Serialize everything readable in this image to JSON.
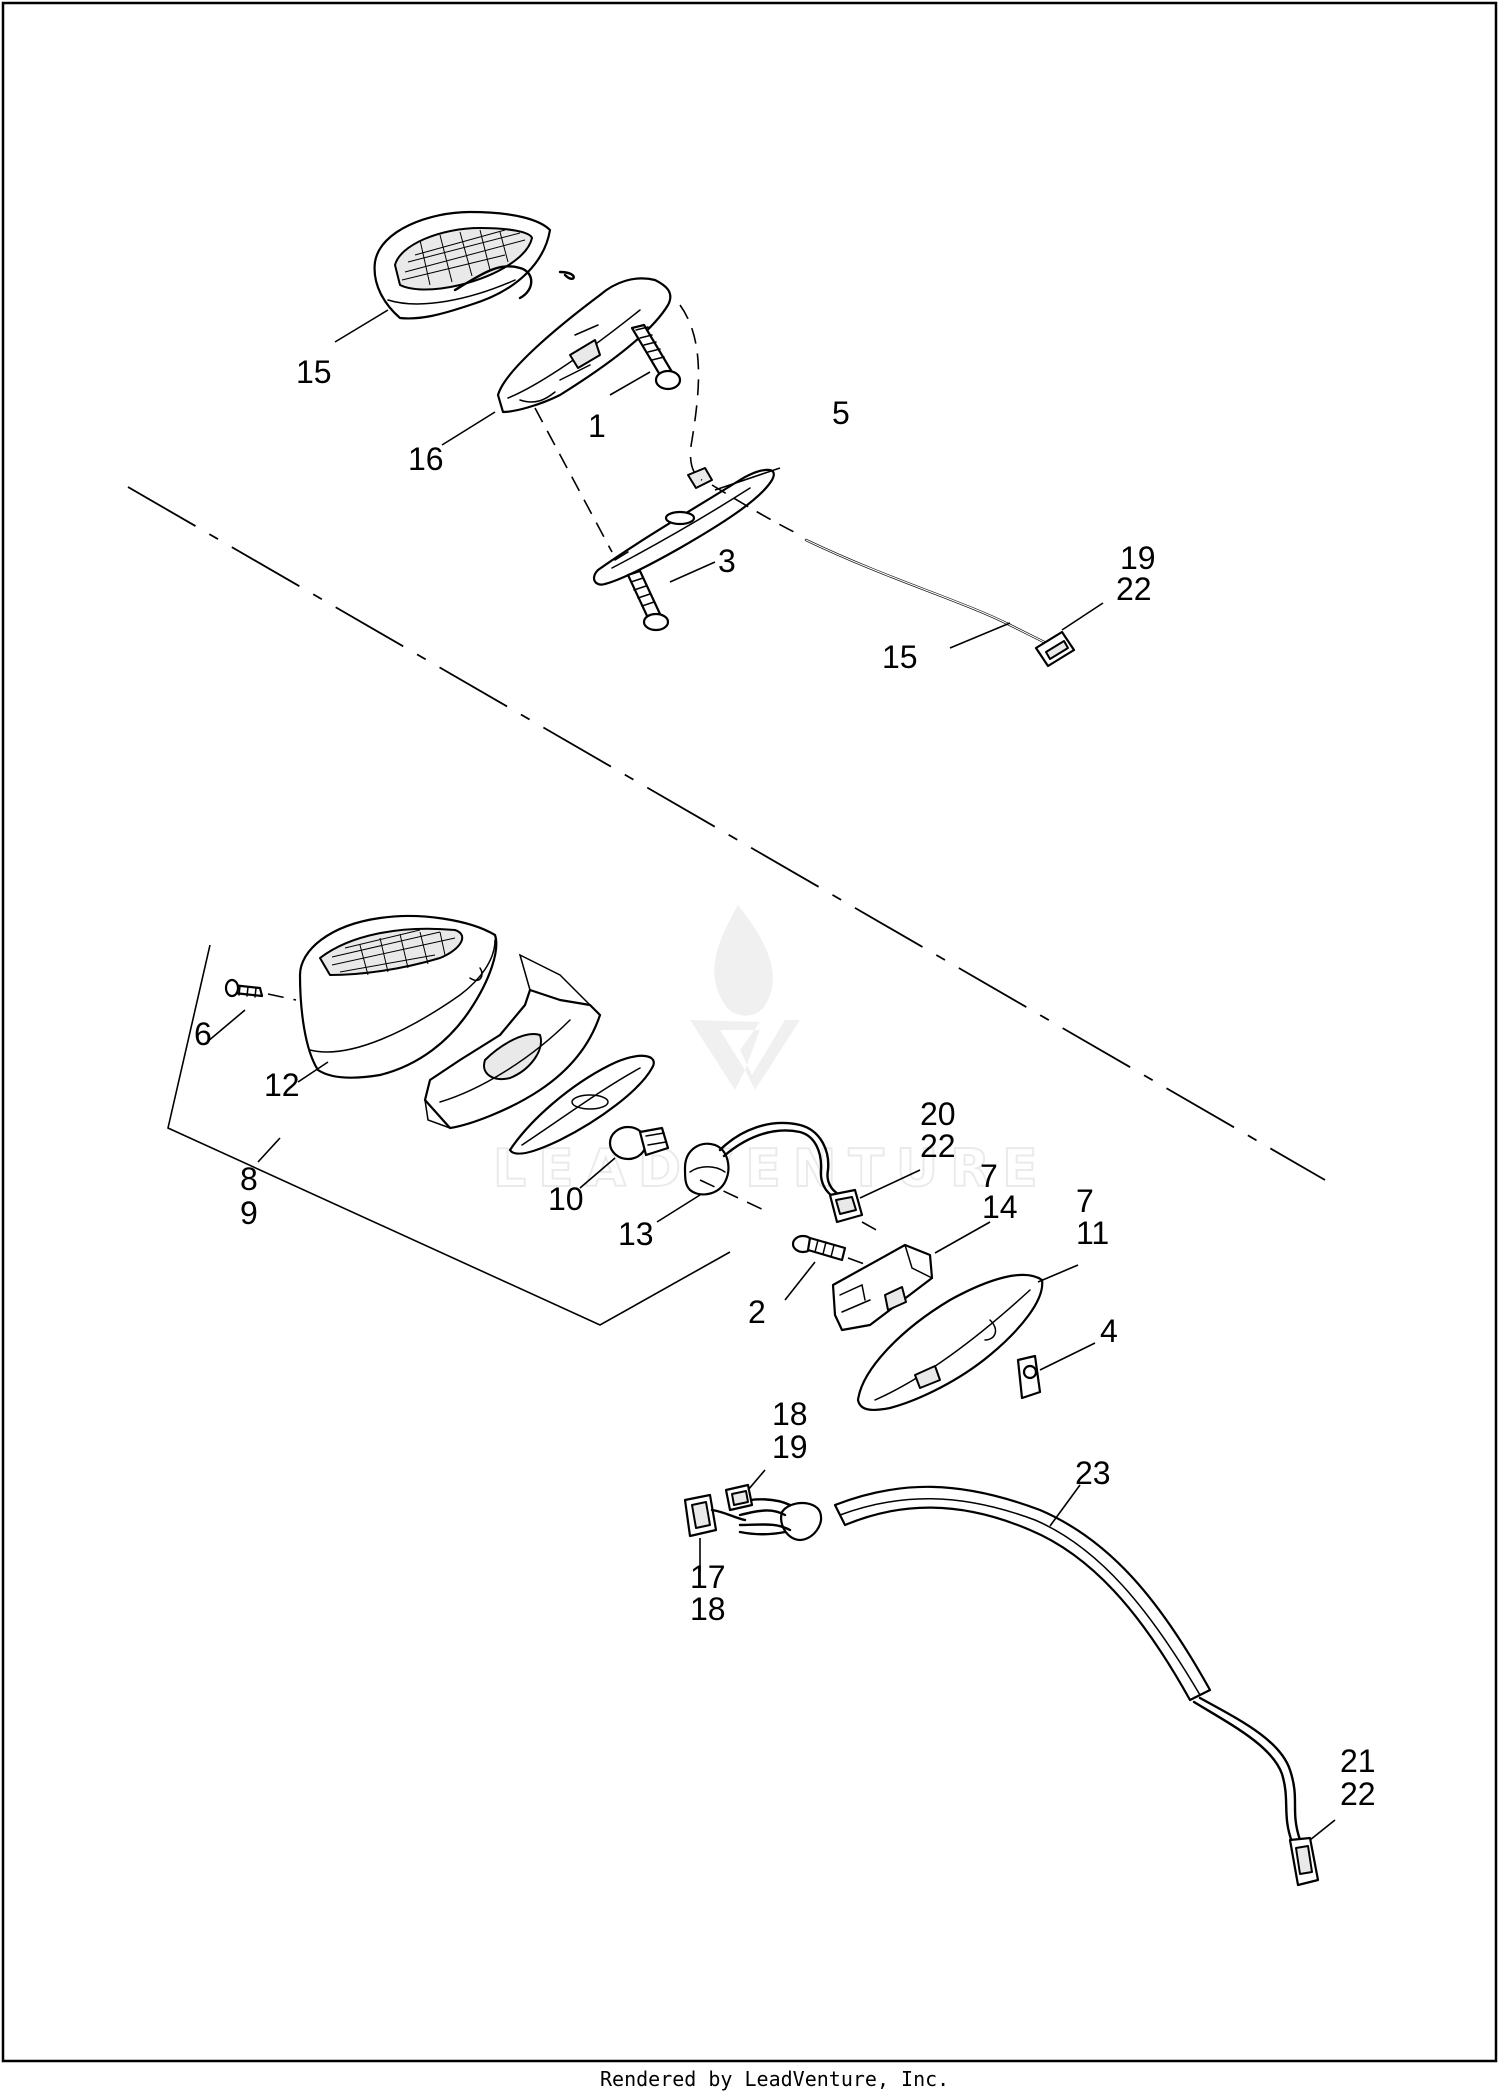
{
  "callouts": [
    {
      "id": "c1",
      "lines": [
        "15"
      ]
    },
    {
      "id": "c2",
      "lines": [
        "16"
      ]
    },
    {
      "id": "c3",
      "lines": [
        "1"
      ]
    },
    {
      "id": "c4",
      "lines": [
        "5"
      ]
    },
    {
      "id": "c5",
      "lines": [
        "3"
      ]
    },
    {
      "id": "c6",
      "lines": [
        "19",
        "22"
      ]
    },
    {
      "id": "c7",
      "lines": [
        "15"
      ]
    },
    {
      "id": "c8",
      "lines": [
        "6"
      ]
    },
    {
      "id": "c9",
      "lines": [
        "12"
      ]
    },
    {
      "id": "c10",
      "lines": [
        "8",
        "9"
      ]
    },
    {
      "id": "c11",
      "lines": [
        "10"
      ]
    },
    {
      "id": "c12",
      "lines": [
        "13"
      ]
    },
    {
      "id": "c13",
      "lines": [
        "20",
        "22"
      ]
    },
    {
      "id": "c14",
      "lines": [
        "7",
        "14"
      ]
    },
    {
      "id": "c15",
      "lines": [
        "7",
        "11"
      ]
    },
    {
      "id": "c16",
      "lines": [
        "2"
      ]
    },
    {
      "id": "c17",
      "lines": [
        "4"
      ]
    },
    {
      "id": "c18",
      "lines": [
        "18",
        "19"
      ]
    },
    {
      "id": "c19",
      "lines": [
        "23"
      ]
    },
    {
      "id": "c20",
      "lines": [
        "17",
        "18"
      ]
    },
    {
      "id": "c21",
      "lines": [
        "21",
        "22"
      ]
    }
  ],
  "watermark": {
    "brand": "LEADVENTURE"
  },
  "footer": {
    "rendered_by": "Rendered by LeadVenture, Inc."
  }
}
